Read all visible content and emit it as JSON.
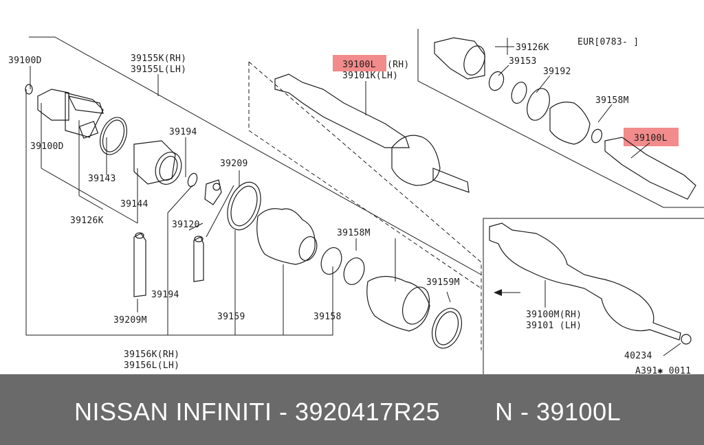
{
  "diagram": {
    "highlight_color": "#f28b8b",
    "labels": {
      "l39100D_a": "39100D",
      "l39100D_b": "39100D",
      "l39155K": "39155K(RH)",
      "l39155L": "39155L(LH)",
      "l39100L_rh": "39100L",
      "l39100L_rh_suffix": "(RH)",
      "l39101K": "39101K(LH)",
      "l39126K_top": "39126K",
      "lEUR": "EUR[0783-  ]",
      "l39153": "39153",
      "l39192": "39192",
      "l39158M_top": "39158M",
      "l39100L_hl": "39100L",
      "l39194_a": "39194",
      "l39209": "39209",
      "l39143": "39143",
      "l39144": "39144",
      "l39126K": "39126K",
      "l39120": "39120",
      "l39158M": "39158M",
      "l39159M": "39159M",
      "l39194_b": "39194",
      "l39209M": "39209M",
      "l39159": "39159",
      "l39158": "39158",
      "l39156K": "39156K(RH)",
      "l39156L": "39156L(LH)",
      "l39100M": "39100M(RH)",
      "l39101": "39101  (LH)",
      "l40234": "40234",
      "lRef": "A391✱ 0011"
    }
  },
  "footer": {
    "left_text": "NISSAN  INFINITI - 3920417R25",
    "right_text": "N - 39100L"
  }
}
